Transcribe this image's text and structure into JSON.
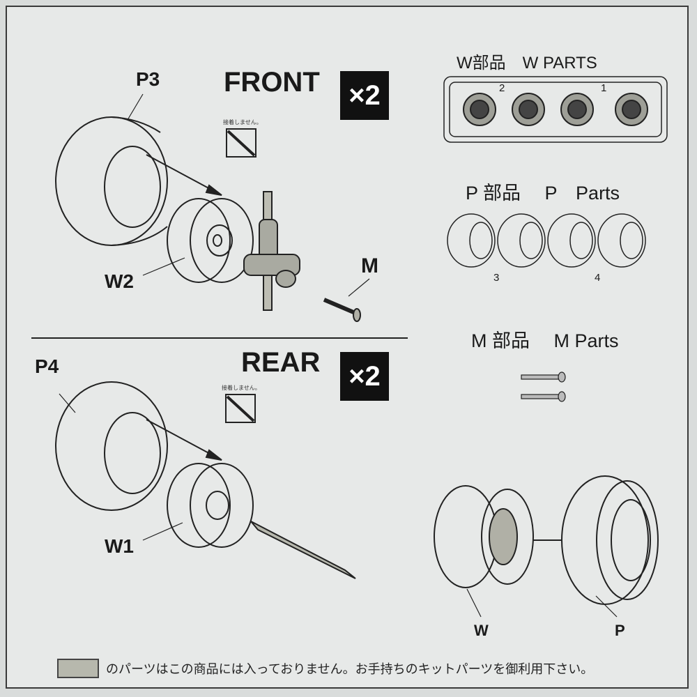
{
  "front": {
    "title": "FRONT",
    "multiplier": "×2",
    "no_glue": "接着しません。",
    "labels": {
      "tire": "P3",
      "wheel": "W2",
      "screw": "M"
    }
  },
  "rear": {
    "title": "REAR",
    "multiplier": "×2",
    "no_glue": "接着しません。",
    "labels": {
      "tire": "P4",
      "wheel": "W1"
    }
  },
  "parts": {
    "w_title": "W部品　W PARTS",
    "w_numbers": [
      "2",
      "1"
    ],
    "p_title": "P 部品　 P　Parts",
    "p_numbers": [
      "3",
      "4"
    ],
    "m_title": "M 部品　 M Parts"
  },
  "assembly": {
    "wheel_label": "W",
    "tire_label": "P"
  },
  "footer_note": "のパーツはこの商品には入っておりません。お手持ちのキットパーツを御利用下さい。",
  "colors": {
    "background": "#e7e9e8",
    "badge": "#111111",
    "not_included": "#b7b8ad"
  }
}
